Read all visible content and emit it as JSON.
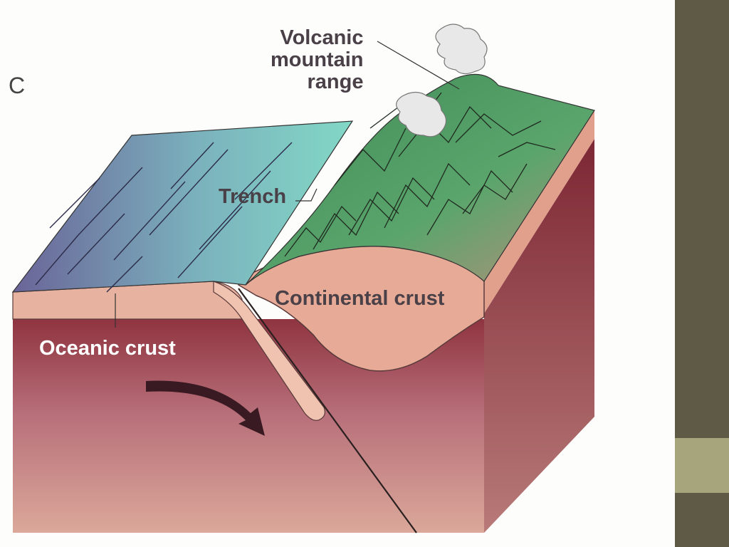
{
  "panel_letter": "C",
  "labels": {
    "volcanic_line1": "Volcanic",
    "volcanic_line2": "mountain",
    "volcanic_line3": "range",
    "trench": "Trench",
    "continental_crust": "Continental crust",
    "oceanic_crust": "Oceanic crust"
  },
  "colors": {
    "ocean_deep": "#6a6a9a",
    "ocean_shallow": "#7fcfc0",
    "mountain_green": "#4f9a62",
    "crust_pink": "#e4a892",
    "mantle_maroon": "#8a2f3a",
    "sidebar_dark": "#5f5a45",
    "sidebar_light": "#a6a57c"
  }
}
